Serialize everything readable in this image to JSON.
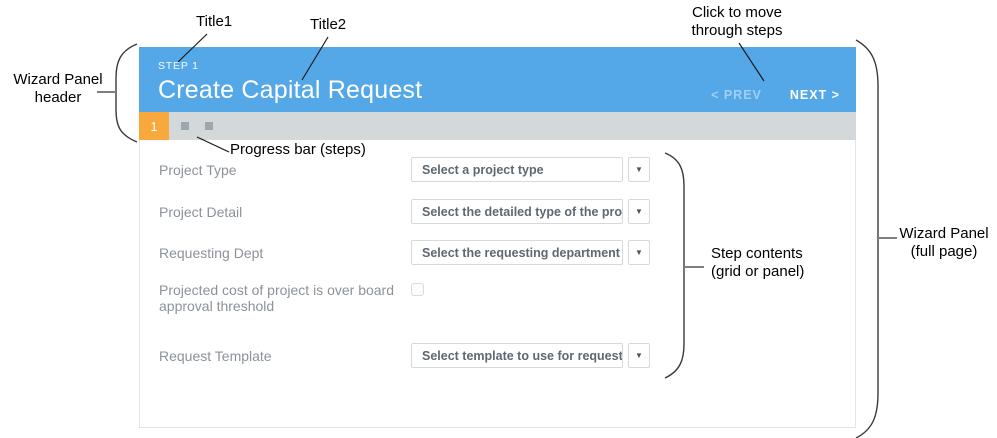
{
  "annotations": {
    "title1": "Title1",
    "title2": "Title2",
    "click_to_move": "Click to move through steps",
    "wizard_panel_header": "Wizard Panel header",
    "progress_bar": "Progress bar (steps)",
    "step_contents": "Step contents (grid or panel)",
    "wizard_panel_full": "Wizard Panel (full page)"
  },
  "wizard": {
    "header": {
      "step_label": "STEP 1",
      "title": "Create Capital Request",
      "prev_label": "< PREV",
      "next_label": "NEXT >"
    },
    "progress": {
      "current_step": "1",
      "total_steps": 3
    },
    "form": {
      "rows": [
        {
          "label": "Project Type",
          "control": "select",
          "value": "Select a project type"
        },
        {
          "label": "Project Detail",
          "control": "select",
          "value": "Select the detailed type of the project"
        },
        {
          "label": "Requesting Dept",
          "control": "select",
          "value": "Select the requesting department"
        },
        {
          "label": "Projected cost of project is over board approval threshold",
          "control": "checkbox",
          "checked": false
        },
        {
          "label": "Request Template",
          "control": "select",
          "value": "Select template to use for request"
        }
      ]
    }
  },
  "icons": {
    "dropdown_caret": "▼"
  },
  "colors": {
    "header_blue": "#55A8E8",
    "progress_bar_gray": "#D3D8DB",
    "step_active_orange": "#F9A83C",
    "step_inactive_gray": "#9CA8AE"
  }
}
